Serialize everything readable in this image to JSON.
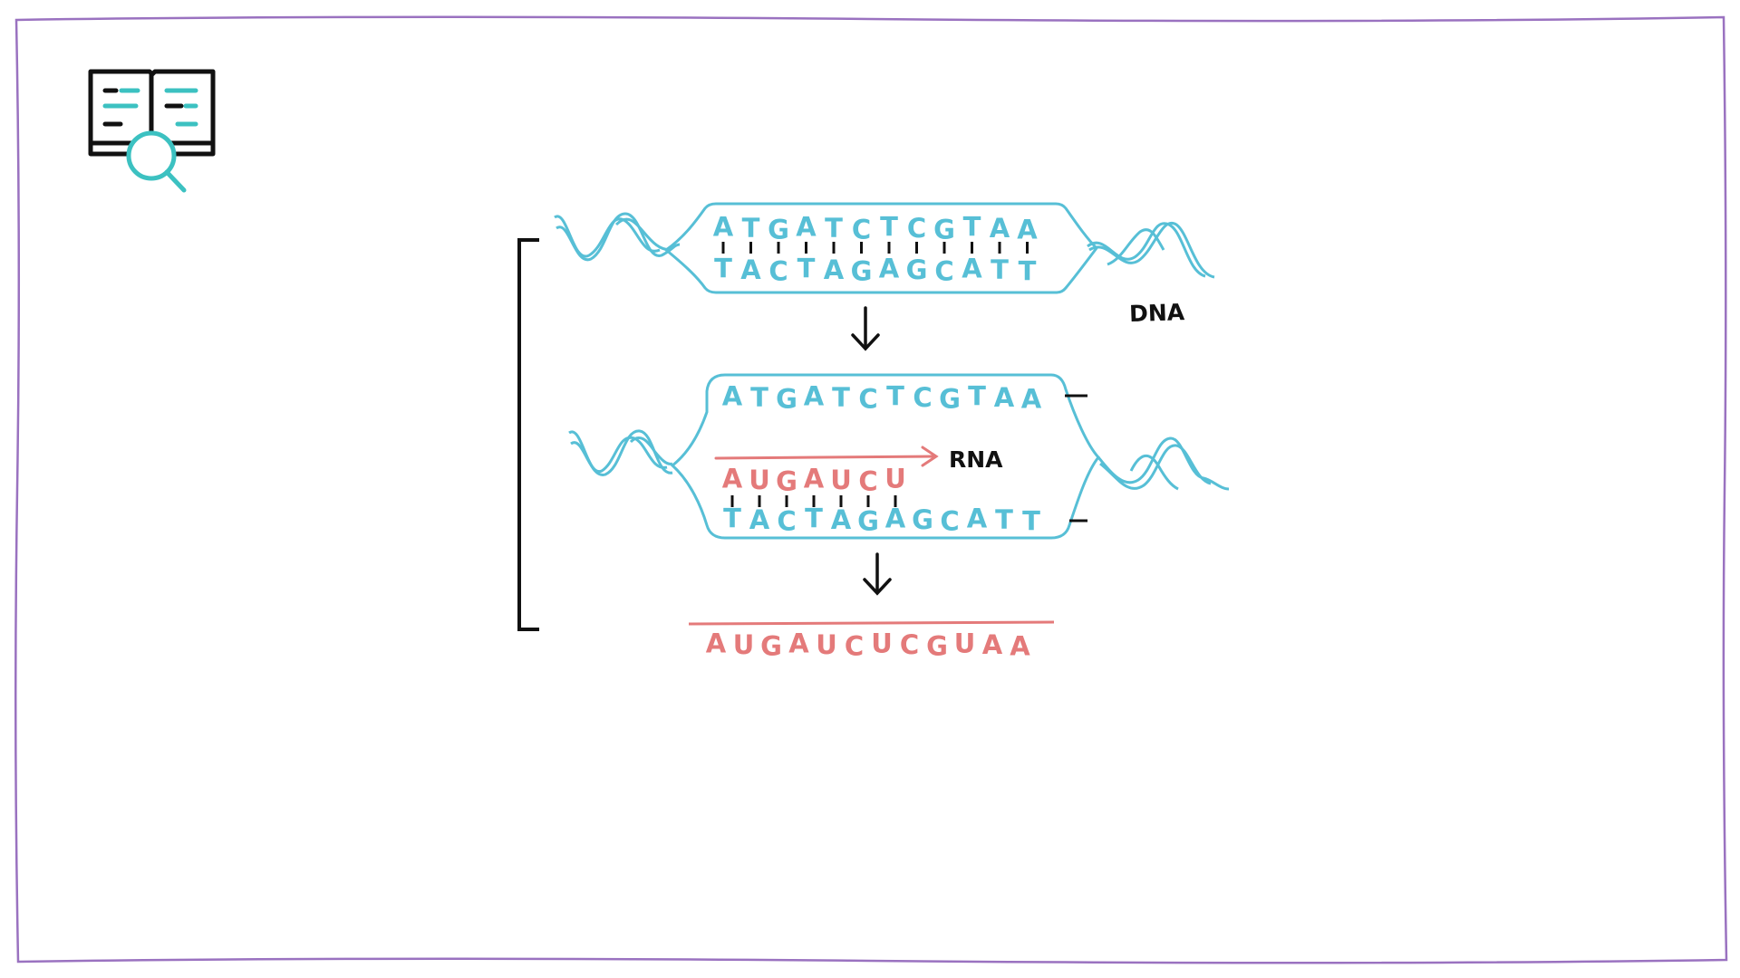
{
  "colors": {
    "frame": "#9a72c0",
    "dna": "#57bfd6",
    "rna": "#e47a7a",
    "ink": "#111111",
    "icon_accent": "#3cc1c1"
  },
  "icon": {
    "name": "book-magnifier-icon"
  },
  "diagram": {
    "dna_label": "DNA",
    "rna_label": "RNA",
    "dna_top_1": [
      "A",
      "T",
      "G",
      "A",
      "T",
      "C",
      "T",
      "C",
      "G",
      "T",
      "A",
      "A"
    ],
    "dna_bottom_1": [
      "T",
      "A",
      "C",
      "T",
      "A",
      "G",
      "A",
      "G",
      "C",
      "A",
      "T",
      "T"
    ],
    "dna_top_2": [
      "A",
      "T",
      "G",
      "A",
      "T",
      "C",
      "T",
      "C",
      "G",
      "T",
      "A",
      "A"
    ],
    "rna_partial": [
      "A",
      "U",
      "G",
      "A",
      "U",
      "C",
      "U"
    ],
    "dna_bottom_2": [
      "T",
      "A",
      "C",
      "T",
      "A",
      "G",
      "A",
      "G",
      "C",
      "A",
      "T",
      "T"
    ],
    "rna_full": [
      "A",
      "U",
      "G",
      "A",
      "U",
      "C",
      "U",
      "C",
      "G",
      "U",
      "A",
      "A"
    ]
  }
}
